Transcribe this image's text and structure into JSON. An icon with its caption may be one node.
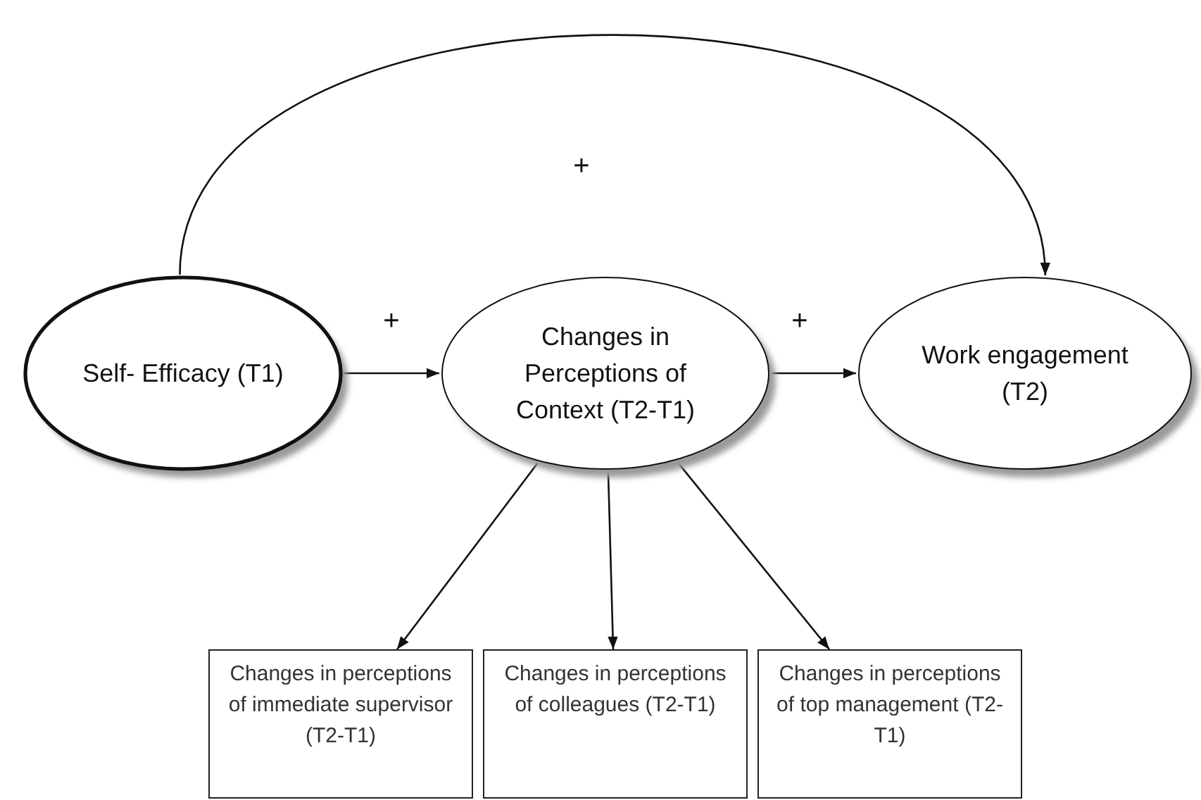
{
  "diagram": {
    "nodes": [
      {
        "text": [
          "Self- Efficacy (T1)"
        ]
      },
      {
        "text": [
          "Changes in Perceptions of Context (T2-T1)"
        ]
      },
      {
        "text": [
          "Work engagement (T2)"
        ]
      },
      {
        "text": [
          "Changes in perceptions of immediate supervisor (T2-T1)"
        ]
      },
      {
        "text": [
          "Changes in perceptions of colleagues (T2-T1)"
        ]
      },
      {
        "text": [
          "Changes in perceptions of top management (T2-T1)"
        ]
      }
    ],
    "edges": [
      {
        "from": 0,
        "to": 2,
        "arrow": "to",
        "label": "+"
      },
      {
        "from": 0,
        "to": 1,
        "arrow": "to",
        "label": "+"
      },
      {
        "from": 1,
        "to": 2,
        "arrow": "to",
        "label": "+"
      },
      {
        "from": 1,
        "to": 3,
        "arrow": "to"
      },
      {
        "from": 1,
        "to": 4,
        "arrow": "to"
      },
      {
        "from": 1,
        "to": 5,
        "arrow": "to"
      }
    ]
  }
}
